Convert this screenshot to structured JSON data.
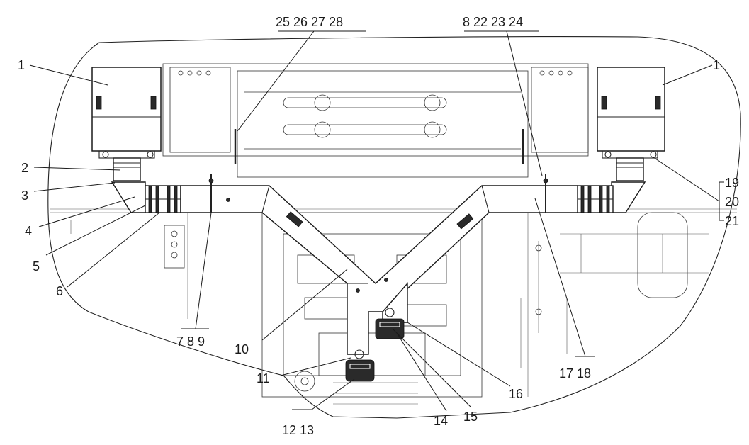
{
  "callouts": {
    "c1_left": "1",
    "c1_right": "1",
    "c2": "2",
    "c3": "3",
    "c4": "4",
    "c5": "5",
    "c6": "6",
    "g789": "7 8 9",
    "c10": "10",
    "c11": "11",
    "g1213": "12 13",
    "c14": "14",
    "c15": "15",
    "c16": "16",
    "g1718": "17 18",
    "c19": "19",
    "c20": "20",
    "c21": "21",
    "g25_28": "25 26 27 28",
    "g8_24": "8 22 23 24"
  }
}
